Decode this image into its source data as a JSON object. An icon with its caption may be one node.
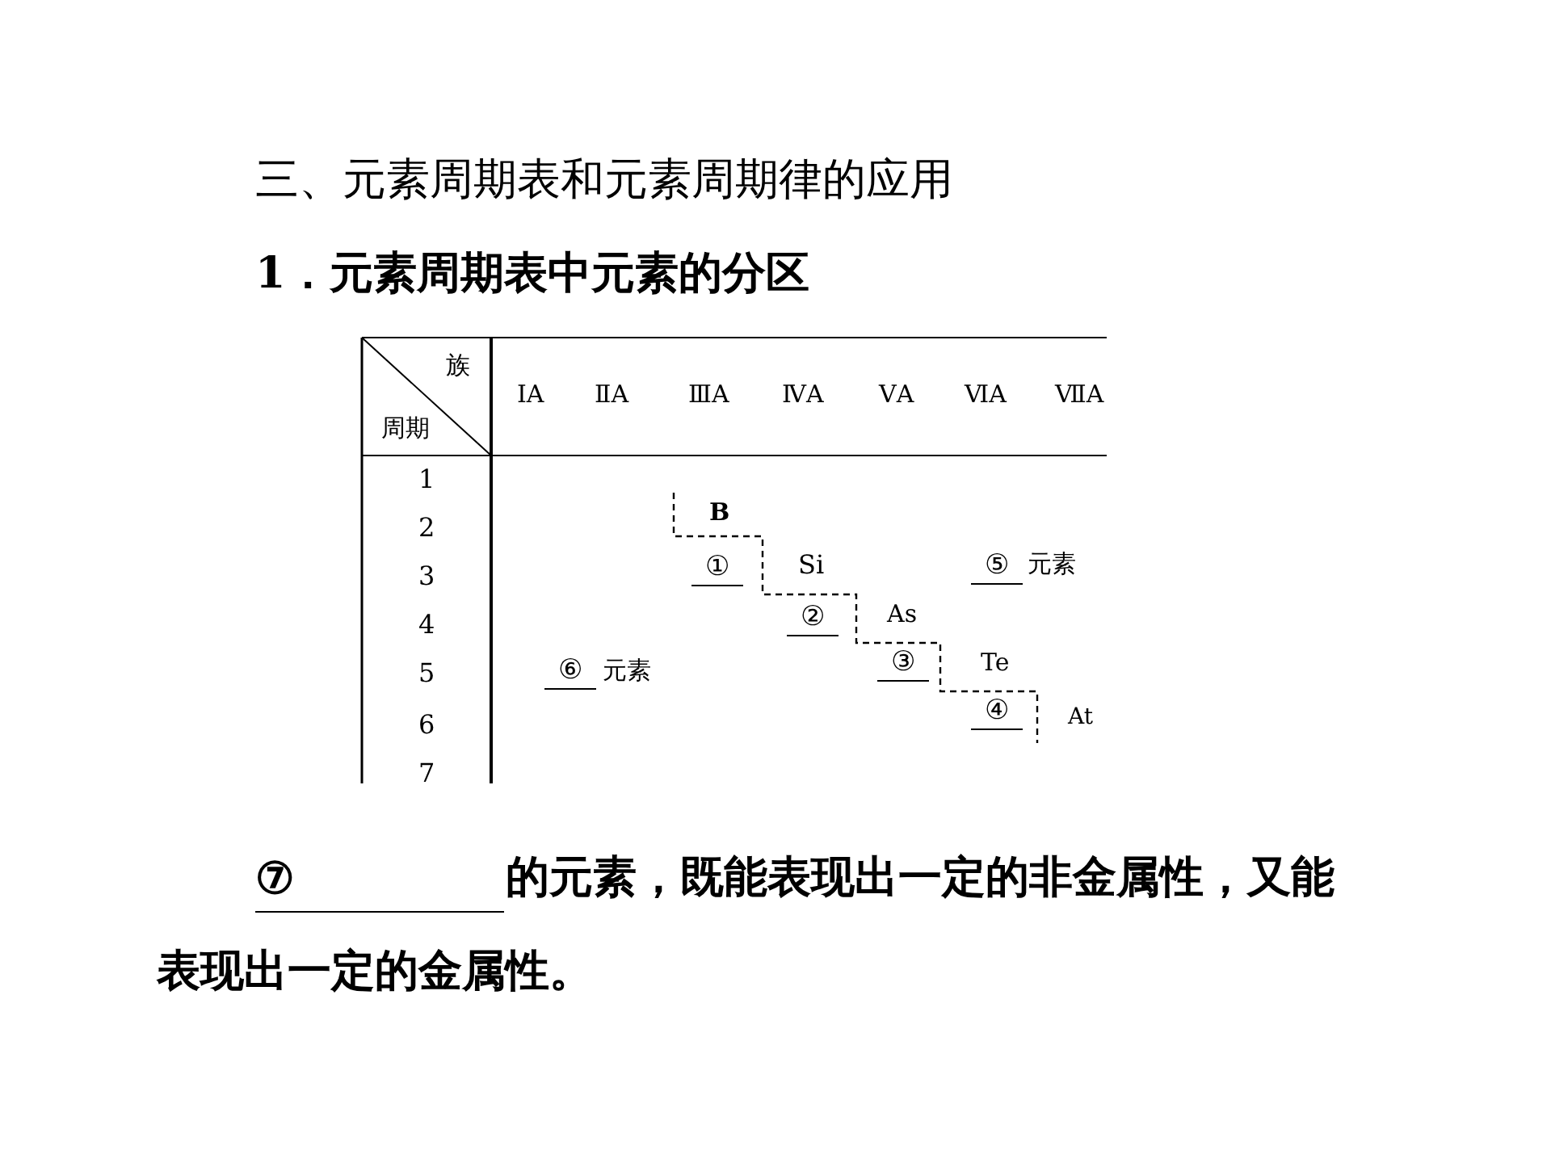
{
  "diagram": {
    "title": "三、元素周期表和元素周期律的应用",
    "labels": [
      "1．元素周期表中元素的分区",
      "族",
      "周期",
      "ⅠA",
      "ⅡA",
      "ⅢA",
      "ⅣA",
      "ⅤA",
      "ⅥA",
      "ⅦA",
      "1",
      "2",
      "B",
      "3",
      "①",
      "Si",
      "⑤",
      "元素",
      "4",
      "②",
      "As",
      "5",
      "⑥",
      "元素",
      "③",
      "Te",
      "6",
      "④",
      "At",
      "7",
      "⑦",
      "的元素，既能表现出一定的非金属性，又能表现出一定的金属性。"
    ]
  }
}
